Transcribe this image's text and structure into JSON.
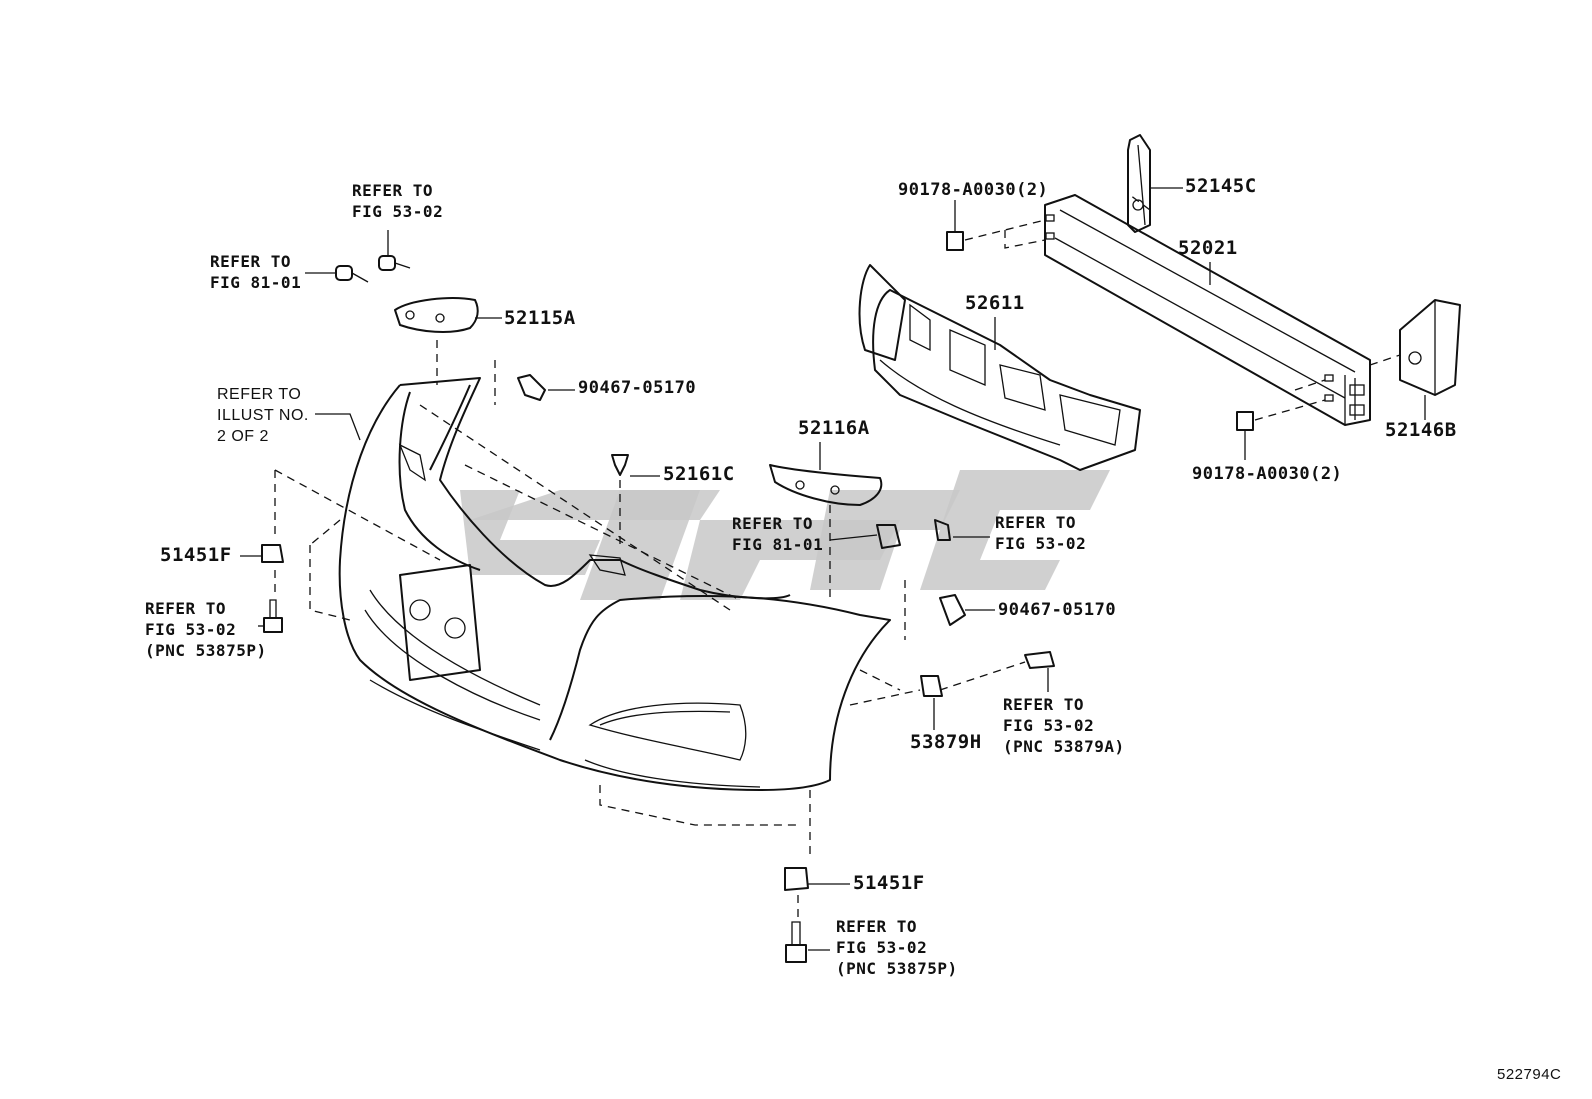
{
  "labels": {
    "p52145C": "52145C",
    "p52021": "52021",
    "p52611": "52611",
    "p52146B": "52146B",
    "p52115A": "52115A",
    "p52116A": "52116A",
    "p52161C": "52161C",
    "p51451F_left": "51451F",
    "p51451F_bottom": "51451F",
    "p53879H": "53879H",
    "p90467_top": "90467-05170",
    "p90467_mid": "90467-05170",
    "p90178_top": "90178-A0030(2)",
    "p90178_bottom": "90178-A0030(2)"
  },
  "refs": {
    "top_53_02": [
      "REFER TO",
      "FIG 53-02"
    ],
    "top_81_01": [
      "REFER TO",
      "FIG 81-01"
    ],
    "illust": [
      "REFER TO",
      "ILLUST NO.",
      "2 OF 2"
    ],
    "left_53_02": [
      "REFER TO",
      "FIG 53-02",
      "(PNC 53875P)"
    ],
    "mid_81_01": [
      "REFER TO",
      "FIG 81-01"
    ],
    "mid_53_02": [
      "REFER TO",
      "FIG 53-02"
    ],
    "right_53_02": [
      "REFER TO",
      "FIG 53-02",
      "(PNC 53879A)"
    ],
    "bottom_53_02": [
      "REFER TO",
      "FIG 53-02",
      "(PNC 53875P)"
    ]
  },
  "illustration_id": "522794C",
  "colors": {
    "line": "#111111",
    "watermark": "#c8c8c8",
    "background": "#ffffff"
  }
}
